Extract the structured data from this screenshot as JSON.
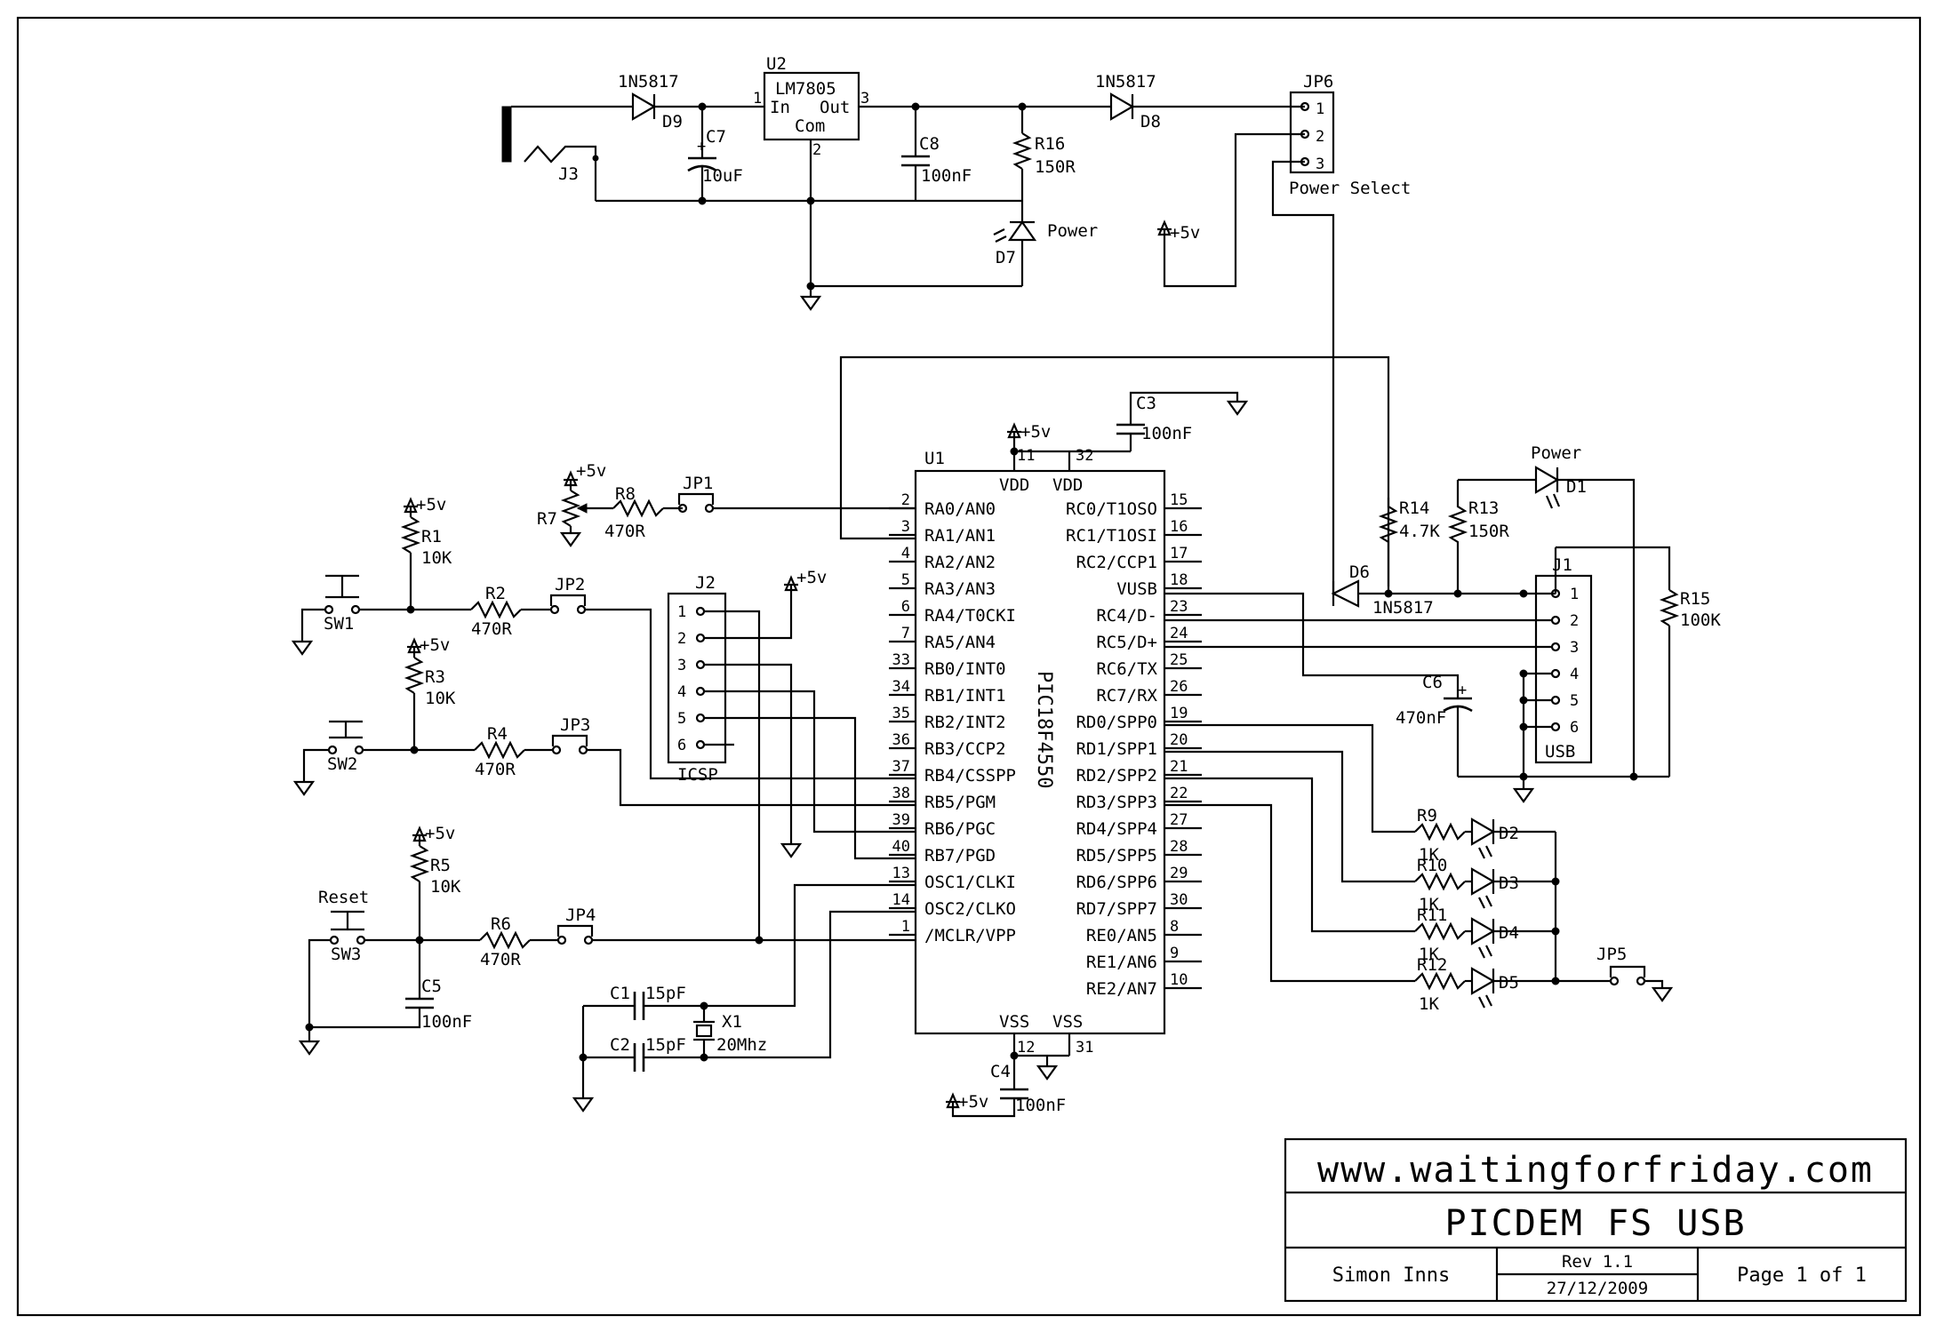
{
  "title_block": {
    "website": "www.waitingforfriday.com",
    "project": "PICDEM FS USB",
    "author": "Simon Inns",
    "revision": "Rev 1.1",
    "date": "27/12/2009",
    "page": "Page 1 of 1"
  },
  "power": {
    "jack": "J3",
    "d9": "D9",
    "d9_type": "1N5817",
    "c7": "C7",
    "c7_val": "10uF",
    "u2": "U2",
    "u2_part": "LM7805",
    "u2_in": "In",
    "u2_out": "Out",
    "u2_com": "Com",
    "pin1": "1",
    "pin2": "2",
    "pin3": "3",
    "c8": "C8",
    "c8_val": "100nF",
    "r16": "R16",
    "r16_val": "150R",
    "d7": "D7",
    "d7_label": "Power",
    "d8": "D8",
    "d8_type": "1N5817",
    "jp6": "JP6",
    "jp6_p1": "1",
    "jp6_p2": "2",
    "jp6_p3": "3",
    "jp6_label": "Power Select",
    "vcc": "+5v"
  },
  "mcu": {
    "ref": "U1",
    "part": "PIC18F4550",
    "vdd": "VDD",
    "vss": "VSS",
    "top_pins": [
      "11",
      "32"
    ],
    "bottom_pins": [
      "12",
      "31"
    ],
    "left_pins": [
      {
        "num": "2",
        "name": "RA0/AN0"
      },
      {
        "num": "3",
        "name": "RA1/AN1"
      },
      {
        "num": "4",
        "name": "RA2/AN2"
      },
      {
        "num": "5",
        "name": "RA3/AN3"
      },
      {
        "num": "6",
        "name": "RA4/T0CKI"
      },
      {
        "num": "7",
        "name": "RA5/AN4"
      },
      {
        "num": "33",
        "name": "RB0/INT0"
      },
      {
        "num": "34",
        "name": "RB1/INT1"
      },
      {
        "num": "35",
        "name": "RB2/INT2"
      },
      {
        "num": "36",
        "name": "RB3/CCP2"
      },
      {
        "num": "37",
        "name": "RB4/CSSPP"
      },
      {
        "num": "38",
        "name": "RB5/PGM"
      },
      {
        "num": "39",
        "name": "RB6/PGC"
      },
      {
        "num": "40",
        "name": "RB7/PGD"
      },
      {
        "num": "13",
        "name": "OSC1/CLKI"
      },
      {
        "num": "14",
        "name": "OSC2/CLKO"
      },
      {
        "num": "1",
        "name": "/MCLR/VPP"
      }
    ],
    "right_pins": [
      {
        "num": "15",
        "name": "RC0/T1OSO"
      },
      {
        "num": "16",
        "name": "RC1/T1OSI"
      },
      {
        "num": "17",
        "name": "RC2/CCP1"
      },
      {
        "num": "18",
        "name": "VUSB"
      },
      {
        "num": "23",
        "name": "RC4/D-"
      },
      {
        "num": "24",
        "name": "RC5/D+"
      },
      {
        "num": "25",
        "name": "RC6/TX"
      },
      {
        "num": "26",
        "name": "RC7/RX"
      },
      {
        "num": "19",
        "name": "RD0/SPP0"
      },
      {
        "num": "20",
        "name": "RD1/SPP1"
      },
      {
        "num": "21",
        "name": "RD2/SPP2"
      },
      {
        "num": "22",
        "name": "RD3/SPP3"
      },
      {
        "num": "27",
        "name": "RD4/SPP4"
      },
      {
        "num": "28",
        "name": "RD5/SPP5"
      },
      {
        "num": "29",
        "name": "RD6/SPP6"
      },
      {
        "num": "30",
        "name": "RD7/SPP7"
      },
      {
        "num": "8",
        "name": "RE0/AN5"
      },
      {
        "num": "9",
        "name": "RE1/AN6"
      },
      {
        "num": "10",
        "name": "RE2/AN7"
      }
    ]
  },
  "parts": {
    "c3": "C3",
    "c3_val": "100nF",
    "c4": "C4",
    "c4_val": "100nF",
    "r7": "R7",
    "r8": "R8",
    "r8_val": "470R",
    "jp1": "JP1",
    "r1": "R1",
    "r1_val": "10K",
    "r2": "R2",
    "r2_val": "470R",
    "jp2": "JP2",
    "sw1": "SW1",
    "r3": "R3",
    "r3_val": "10K",
    "r4": "R4",
    "r4_val": "470R",
    "jp3": "JP3",
    "sw2": "SW2",
    "r5": "R5",
    "r5_val": "10K",
    "r6": "R6",
    "r6_val": "470R",
    "jp4": "JP4",
    "sw3": "SW3",
    "reset": "Reset",
    "c5": "C5",
    "c5_val": "100nF",
    "j2": "J2",
    "j2_label": "ICSP",
    "j2_pins": [
      "1",
      "2",
      "3",
      "4",
      "5",
      "6"
    ],
    "c1": "C1",
    "c1_val": "15pF",
    "c2": "C2",
    "c2_val": "15pF",
    "x1": "X1",
    "x1_val": "20Mhz",
    "r14": "R14",
    "r14_val": "4.7K",
    "r13": "R13",
    "r13_val": "150R",
    "d1": "D1",
    "d1_label": "Power",
    "d6": "D6",
    "d6_type": "1N5817",
    "r15": "R15",
    "r15_val": "100K",
    "j1": "J1",
    "j1_label": "USB",
    "j1_pins": [
      "1",
      "2",
      "3",
      "4",
      "5",
      "6"
    ],
    "c6": "C6",
    "c6_val": "470nF",
    "leds": [
      {
        "r": "R9",
        "r_val": "1K",
        "d": "D2"
      },
      {
        "r": "R10",
        "r_val": "1K",
        "d": "D3"
      },
      {
        "r": "R11",
        "r_val": "1K",
        "d": "D4"
      },
      {
        "r": "R12",
        "r_val": "1K",
        "d": "D5"
      }
    ],
    "jp5": "JP5",
    "vcc": "+5v"
  }
}
